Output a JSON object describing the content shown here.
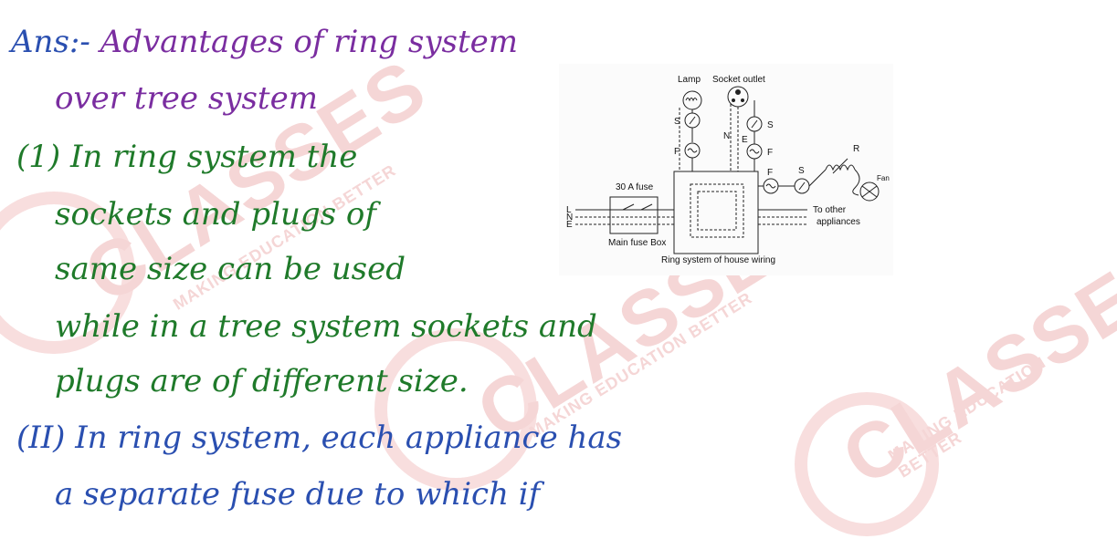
{
  "answer_label": "Ans:-",
  "heading": [
    "Advantages of ring system",
    "over tree system"
  ],
  "point1": [
    "(1) In ring system the",
    "sockets and plugs of",
    "same size can be used",
    "while in a tree system sockets and",
    "plugs are of different size."
  ],
  "point2": [
    "(II) In ring system, each appliance has",
    "a separate fuse due to which if"
  ],
  "diagram": {
    "lamp": "Lamp",
    "socket_outlet": "Socket outlet",
    "s1": "S",
    "f1": "F",
    "n": "N",
    "e": "E",
    "s2": "S",
    "f2": "F",
    "fuse_30a": "30 A fuse",
    "l": "L",
    "n2": "N",
    "e2": "E",
    "main_fuse_box": "Main fuse Box",
    "f3": "F",
    "s3": "S",
    "r": "R",
    "fan": "Fan",
    "to_other": "To other",
    "appliances": "appliances",
    "caption": "Ring system of house wiring"
  },
  "watermark": {
    "brand": "CLASSES",
    "tagline": "MAKING EDUCATION BETTER"
  },
  "colors": {
    "blue_ink": "#2a4fb0",
    "purple_ink": "#7a2da0",
    "green_ink": "#1f7a2a",
    "watermark": "#f5d6d6"
  }
}
